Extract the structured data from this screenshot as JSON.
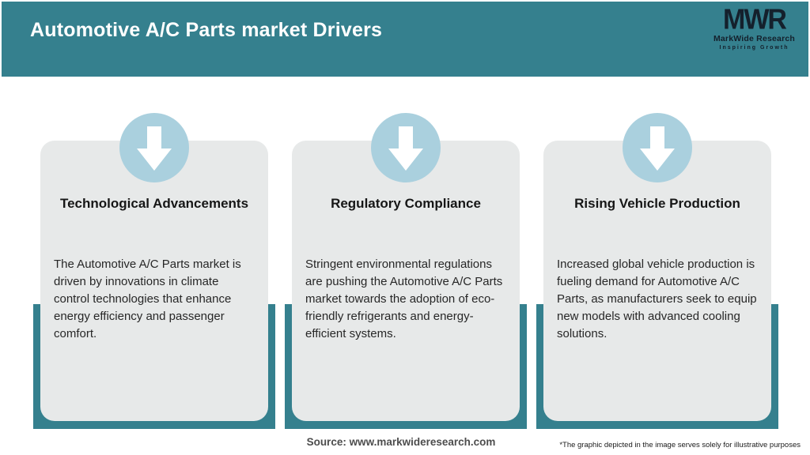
{
  "header": {
    "title": "Automotive A/C Parts market Drivers",
    "logo": {
      "monogram": "MWR",
      "name": "MarkWide Research",
      "tagline": "Inspiring Growth"
    }
  },
  "cards": [
    {
      "icon": "arrow-down-icon",
      "title": "Technological Advancements",
      "body": "The Automotive A/C Parts market is driven by innovations in climate control technologies that enhance energy efficiency and passenger comfort."
    },
    {
      "icon": "arrow-down-icon",
      "title": "Regulatory Compliance",
      "body": "Stringent environmental regulations are pushing the Automotive A/C Parts market towards the adoption of eco-friendly refrigerants and energy-efficient systems."
    },
    {
      "icon": "arrow-down-icon",
      "title": "Rising Vehicle Production",
      "body": "Increased global vehicle production is fueling demand for Automotive A/C Parts, as manufacturers seek to equip new models with advanced cooling solutions."
    }
  ],
  "footer": {
    "source": "Source: www.markwideresearch.com",
    "disclaimer": "*The graphic depicted in the image serves solely for illustrative purposes"
  },
  "colors": {
    "teal": "#35808e",
    "circle": "#aad0de",
    "card": "#e7e9e9",
    "logo": "#14202c",
    "title_text": "#161616",
    "body_text": "#272727",
    "source_text": "#4d4d4d",
    "disclaimer_text": "#1a1a1a"
  }
}
